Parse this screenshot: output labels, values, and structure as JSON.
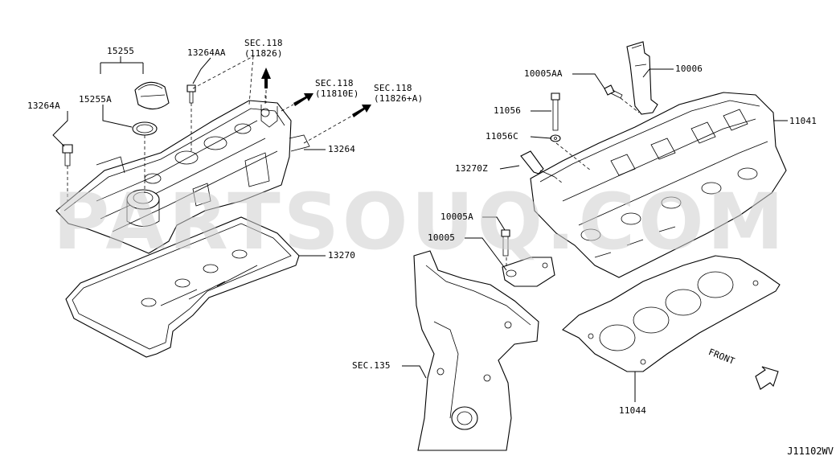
{
  "watermark": "PARTSOUQ.COM",
  "diagram_code": "J11102WV",
  "labels": {
    "p15255": "15255",
    "p15255a": "15255A",
    "p13264a": "13264A",
    "p13264aa": "13264AA",
    "sec118_a": "SEC.118",
    "sec118_a_ref": "(11826)",
    "sec118_b": "SEC.118",
    "sec118_b_ref": "(11810E)",
    "sec118_c": "SEC.118",
    "sec118_c_ref": "(11826+A)",
    "p13264": "13264",
    "p13270": "13270",
    "p10005aa": "10005AA",
    "p10006": "10006",
    "p11056": "11056",
    "p11056c": "11056C",
    "p11041": "11041",
    "p13270z": "13270Z",
    "p10005a": "10005A",
    "p10005": "10005",
    "sec135": "SEC.135",
    "p11044": "11044",
    "front": "FRONT"
  }
}
